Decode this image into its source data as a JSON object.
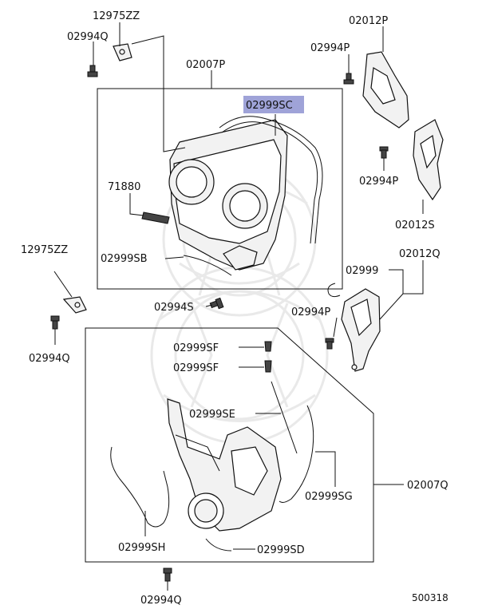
{
  "labels": {
    "l_12975ZZ_top": "12975ZZ",
    "l_02994Q_top": "02994Q",
    "l_02007P": "02007P",
    "l_02999SC": "02999SC",
    "l_71880": "71880",
    "l_02999SB": "02999SB",
    "l_02994S": "02994S",
    "l_12975ZZ_left": "12975ZZ",
    "l_02994Q_left": "02994Q",
    "l_02012P": "02012P",
    "l_02994P_top": "02994P",
    "l_02994P_mid": "02994P",
    "l_02012S": "02012S",
    "l_02012Q": "02012Q",
    "l_02999": "02999",
    "l_02994P_low": "02994P",
    "l_02999SF_a": "02999SF",
    "l_02999SF_b": "02999SF",
    "l_02999SE": "02999SE",
    "l_02999SG": "02999SG",
    "l_02007Q": "02007Q",
    "l_02999SH": "02999SH",
    "l_02999SD": "02999SD",
    "l_02994Q_bottom": "02994Q",
    "l_ref": "500318"
  },
  "colors": {
    "highlight": "#9fa3d8",
    "line": "#111111",
    "watermark": "#e9e9e9"
  }
}
